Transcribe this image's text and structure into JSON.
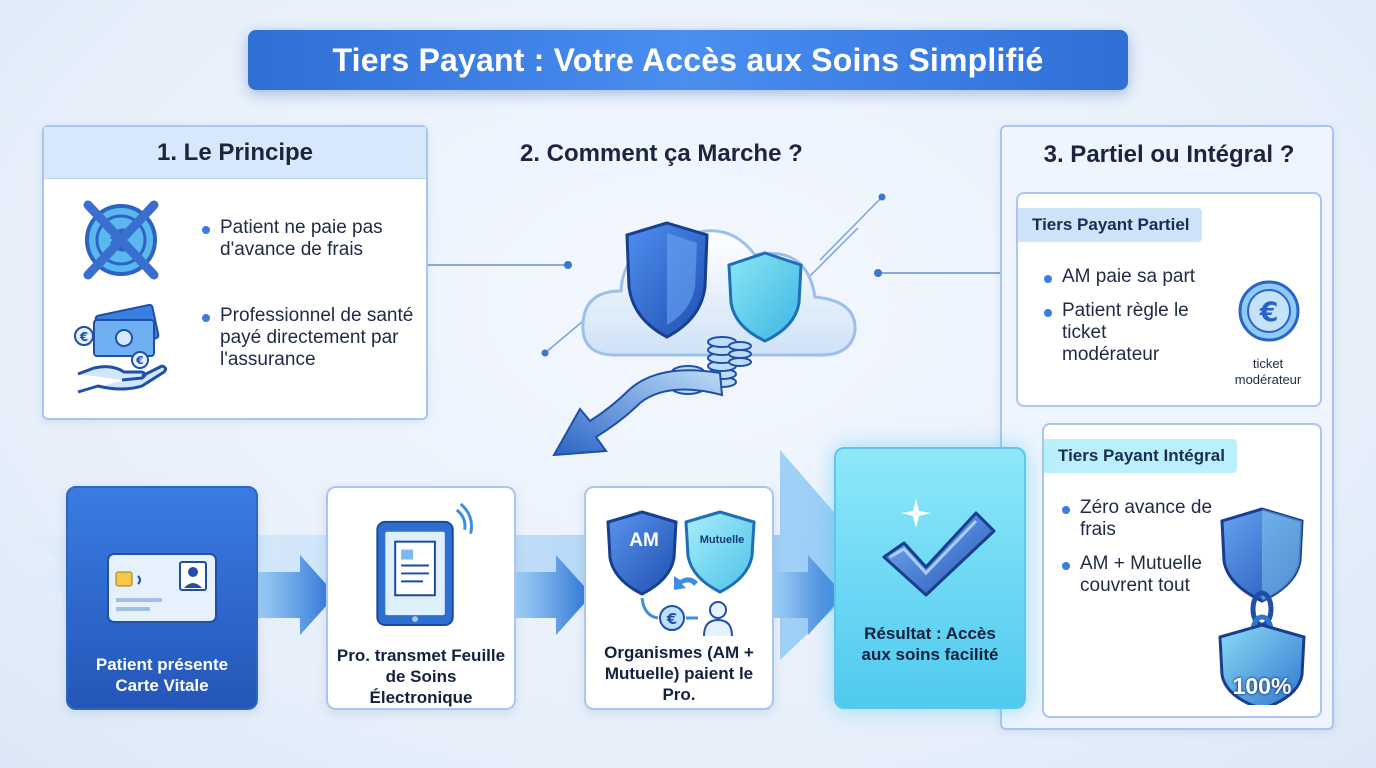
{
  "title": "Tiers Payant : Votre Accès aux Soins Simplifié",
  "principe": {
    "heading": "1. Le Principe",
    "bullets": [
      "Patient ne paie pas d'avance de frais",
      "Professionnel de santé payé directement par l'assurance"
    ],
    "icons": [
      "no-coin-icon",
      "money-hand-icon"
    ]
  },
  "comment": {
    "heading": "2. Comment ça Marche ?",
    "icons": [
      "cloud-icon",
      "shield-icon",
      "coin-stack-icon"
    ]
  },
  "partiel": {
    "heading": "3. Partiel ou Intégral ?",
    "partial_tag": "Tiers Payant Partiel",
    "partial_bullets": [
      "AM paie sa part",
      "Patient règle le ticket modérateur"
    ],
    "partial_coin_caption": "ticket modérateur",
    "integral_tag": "Tiers Payant Intégral",
    "integral_bullets": [
      "Zéro avance de frais",
      "AM + Mutuelle couvrent tout"
    ],
    "integral_badge": "100%"
  },
  "steps": [
    {
      "label": "Patient présente Carte Vitale",
      "icon": "vitale-card-icon"
    },
    {
      "label": "Pro. transmet Feuille de Soins Électronique",
      "icon": "tablet-document-icon"
    },
    {
      "label": "Organismes (AM + Mutuelle) paient le Pro.",
      "icon": "shields-payment-icon",
      "shield_am": "AM",
      "shield_mutuelle": "Mutuelle"
    },
    {
      "label": "Résultat : Accès aux soins facilité",
      "icon": "checkmark-icon"
    }
  ],
  "colors": {
    "accent": "#2f6fd6",
    "light": "#d7e8fb",
    "cyan": "#4fd6f0"
  }
}
